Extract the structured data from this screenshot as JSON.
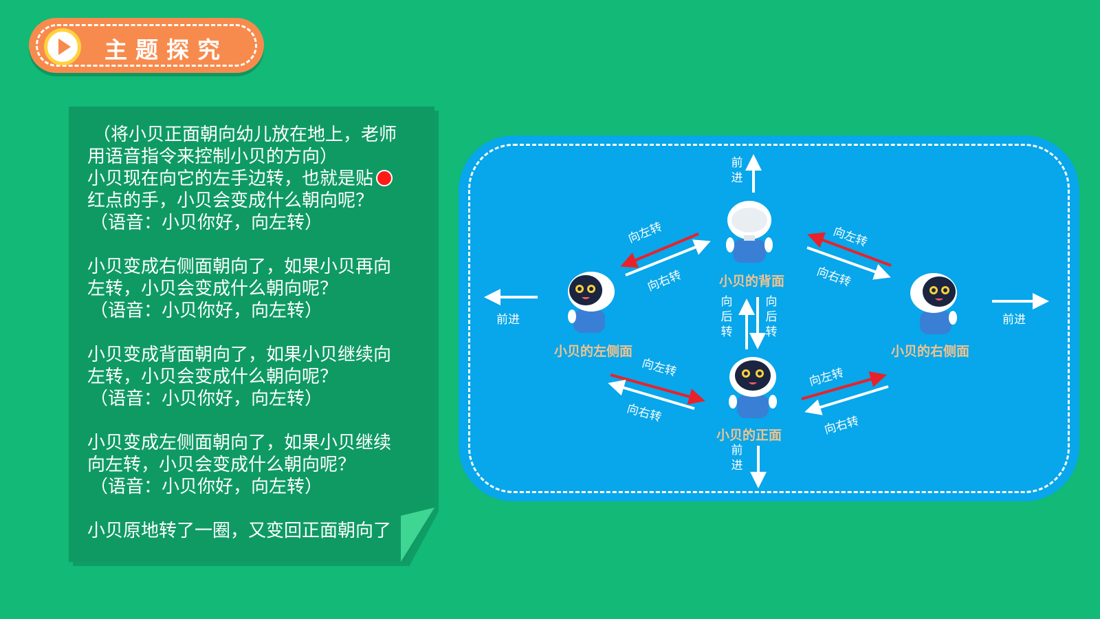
{
  "header": {
    "title": "主题探究"
  },
  "note": {
    "lines": [
      "（将小贝正面朝向幼儿放在地上，老师",
      "用语音指令来控制小贝的方向）",
      "小贝现在向它的左手边转，也就是贴",
      "红点的手，小贝会变成什么朝向呢？",
      "（语音：小贝你好，向左转）",
      "小贝变成右侧面朝向了，如果小贝再向",
      "左转，小贝会变成什么朝向呢？",
      "（语音：小贝你好，向左转）",
      "小贝变成背面朝向了，如果小贝继续向",
      "左转，小贝会变成什么朝向呢？",
      "（语音：小贝你好，向左转）",
      "小贝变成左侧面朝向了，如果小贝继续",
      "向左转，小贝会变成什么朝向呢？",
      "（语音：小贝你好，向左转）",
      "小贝原地转了一圈，又变回正面朝向了"
    ]
  },
  "diagram": {
    "captions": {
      "back": "小贝的背面",
      "front": "小贝的正面",
      "left_side": "小贝的左侧面",
      "right_side": "小贝的右侧面"
    },
    "forward": "前进",
    "turn_left": "向左转",
    "turn_right": "向右转",
    "turn_back": "向后转"
  },
  "colors": {
    "background": "#12b977",
    "panel": "#0f9a64",
    "diagram": "#08a6ea",
    "header": "#f78b4d",
    "left_arrow": "#e8222a",
    "caption": "#f2c38e"
  }
}
